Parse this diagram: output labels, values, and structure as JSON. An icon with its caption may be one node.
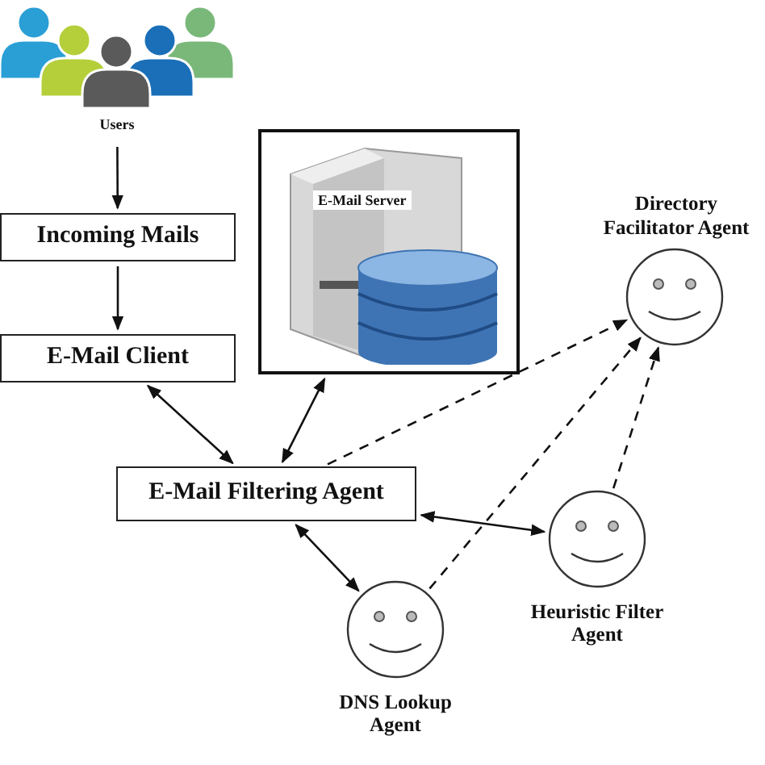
{
  "diagram": {
    "nodes": [
      {
        "text": [
          "Users"
        ]
      },
      {
        "text": [
          "Incoming Mails"
        ]
      },
      {
        "text": [
          "E-Mail Client"
        ]
      },
      {
        "text": [
          "E-Mail Server"
        ]
      },
      {
        "text": [
          "E-Mail Filtering Agent"
        ]
      },
      {
        "text": [
          "Directory Facilitator Agent"
        ]
      },
      {
        "text": [
          "Heuristic Filter Agent"
        ]
      },
      {
        "text": [
          "DNS Lookup Agent"
        ]
      }
    ],
    "edges": [
      {
        "from": 0,
        "to": 1,
        "arrow": "to"
      },
      {
        "from": 1,
        "to": 2,
        "arrow": "to"
      },
      {
        "from": 2,
        "to": 4,
        "arrow": "both"
      },
      {
        "from": 3,
        "to": 4,
        "arrow": "both"
      },
      {
        "from": 4,
        "to": 6,
        "arrow": "both"
      },
      {
        "from": 4,
        "to": 7,
        "arrow": "both"
      },
      {
        "from": 4,
        "to": 5,
        "arrow": "to",
        "style": "dashed"
      },
      {
        "from": 7,
        "to": 5,
        "arrow": "to",
        "style": "dashed"
      },
      {
        "from": 6,
        "to": 5,
        "arrow": "to",
        "style": "dashed"
      }
    ]
  }
}
